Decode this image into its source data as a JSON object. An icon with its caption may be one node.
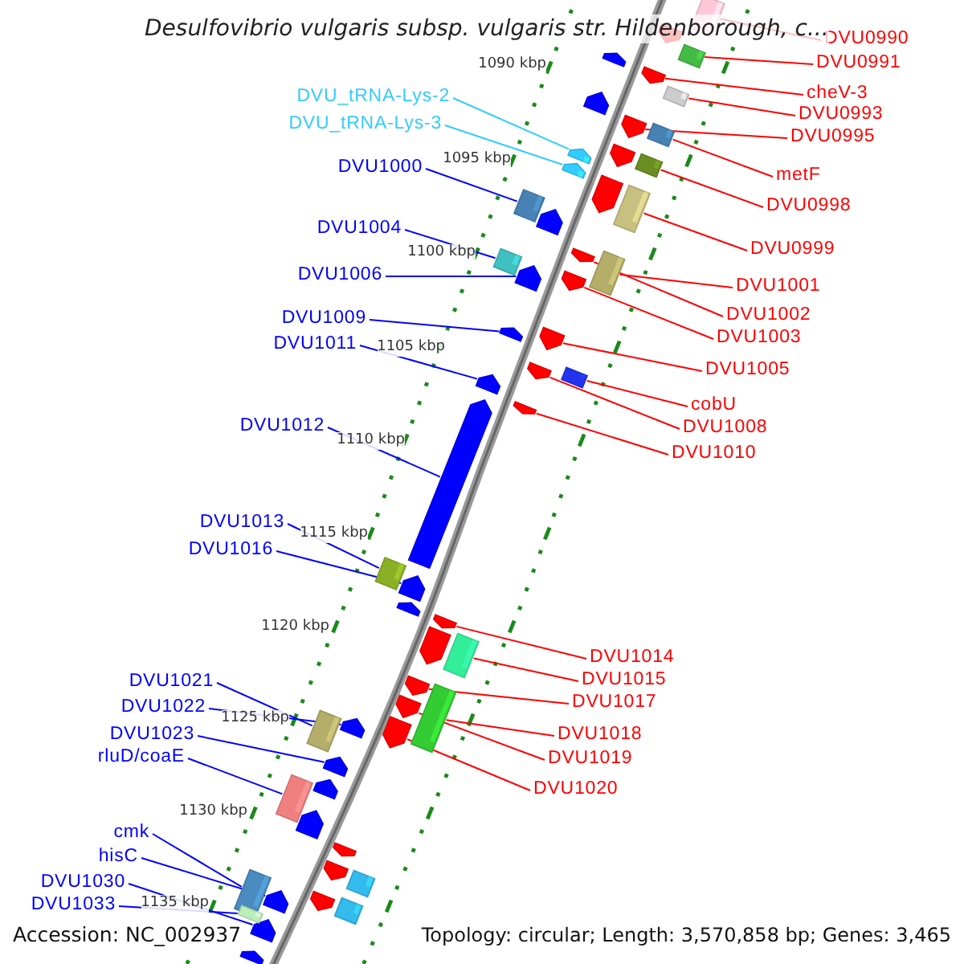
{
  "diagram": {
    "title": "Desulfovibrio vulgaris subsp. vulgaris str. Hildenborough, c...",
    "nodes": [
      {
        "text": [
          "DVU_tRNA-Lys-2"
        ]
      },
      {
        "text": [
          "DVU_tRNA-Lys-3"
        ]
      },
      {
        "text": [
          "DVU1000"
        ]
      },
      {
        "text": [
          "DVU1004"
        ]
      },
      {
        "text": [
          "DVU1006"
        ]
      },
      {
        "text": [
          "DVU1009"
        ]
      },
      {
        "text": [
          "DVU1011"
        ]
      },
      {
        "text": [
          "DVU1012"
        ]
      },
      {
        "text": [
          "DVU1013"
        ]
      },
      {
        "text": [
          "DVU1016"
        ]
      },
      {
        "text": [
          "DVU1021"
        ]
      },
      {
        "text": [
          "DVU1022"
        ]
      },
      {
        "text": [
          "DVU1023"
        ]
      },
      {
        "text": [
          "rluD/coaE"
        ]
      },
      {
        "text": [
          "cmk"
        ]
      },
      {
        "text": [
          "hisC"
        ]
      },
      {
        "text": [
          "DVU1030"
        ]
      },
      {
        "text": [
          "DVU1033"
        ]
      },
      {
        "text": [
          "DVU0990"
        ]
      },
      {
        "text": [
          "DVU0991"
        ]
      },
      {
        "text": [
          "cheV-3"
        ]
      },
      {
        "text": [
          "DVU0993"
        ]
      },
      {
        "text": [
          "DVU0995"
        ]
      },
      {
        "text": [
          "metF"
        ]
      },
      {
        "text": [
          "DVU0998"
        ]
      },
      {
        "text": [
          "DVU0999"
        ]
      },
      {
        "text": [
          "DVU1001"
        ]
      },
      {
        "text": [
          "DVU1002"
        ]
      },
      {
        "text": [
          "DVU1003"
        ]
      },
      {
        "text": [
          "DVU1005"
        ]
      },
      {
        "text": [
          "cobU"
        ]
      },
      {
        "text": [
          "DVU1008"
        ]
      },
      {
        "text": [
          "DVU1010"
        ]
      },
      {
        "text": [
          "DVU1014"
        ]
      },
      {
        "text": [
          "DVU1015"
        ]
      },
      {
        "text": [
          "DVU1017"
        ]
      },
      {
        "text": [
          "DVU1018"
        ]
      },
      {
        "text": [
          "DVU1019"
        ]
      },
      {
        "text": [
          "DVU1020"
        ]
      },
      {
        "text": [],
        "shape": "pentagon"
      },
      {
        "text": [],
        "shape": "pentagon"
      },
      {
        "text": [],
        "shape": "box"
      },
      {
        "text": [],
        "shape": "box"
      },
      {
        "text": [],
        "shape": "pentagon"
      },
      {
        "text": [],
        "shape": "pentagon"
      },
      {
        "text": [],
        "shape": "pentagon"
      },
      {
        "text": [],
        "shape": "pentagon"
      },
      {
        "text": [],
        "shape": "box"
      },
      {
        "text": [],
        "shape": "pentagon"
      },
      {
        "text": [],
        "shape": "box"
      },
      {
        "text": [],
        "shape": "pentagon"
      },
      {
        "text": [],
        "shape": "pentagon"
      },
      {
        "text": [],
        "shape": "box"
      },
      {
        "text": [],
        "shape": "box"
      },
      {
        "text": [],
        "shape": "pentagon"
      },
      {
        "text": [],
        "shape": "pentagon"
      },
      {
        "text": [],
        "shape": "box"
      },
      {
        "text": [],
        "shape": "pentagon"
      },
      {
        "text": [],
        "shape": "pentagon"
      },
      {
        "text": [],
        "shape": "pentagon"
      },
      {
        "text": [],
        "shape": "pentagon"
      },
      {
        "text": [],
        "shape": "pentagon"
      },
      {
        "text": [],
        "shape": "pentagon"
      },
      {
        "text": [],
        "shape": "pentagon"
      },
      {
        "text": [],
        "shape": "box"
      },
      {
        "text": [],
        "shape": "box"
      },
      {
        "text": [],
        "shape": "pentagon"
      },
      {
        "text": [],
        "shape": "pentagon"
      },
      {
        "text": [],
        "shape": "box"
      },
      {
        "text": [],
        "shape": "pentagon"
      },
      {
        "text": [],
        "shape": "box"
      },
      {
        "text": [],
        "shape": "pentagon"
      },
      {
        "text": [],
        "shape": "box"
      },
      {
        "text": [],
        "shape": "pentagon"
      },
      {
        "text": [],
        "shape": "box"
      },
      {
        "text": [],
        "shape": "pentagon"
      },
      {
        "text": [],
        "shape": "pentagon"
      },
      {
        "text": [],
        "shape": "box"
      },
      {
        "text": [],
        "shape": "pentagon"
      },
      {
        "text": [],
        "shape": "pentagon"
      },
      {
        "text": [],
        "shape": "box"
      },
      {
        "text": [],
        "shape": "pentagon"
      },
      {
        "text": [],
        "shape": "pentagon"
      },
      {
        "text": [],
        "shape": "pentagon"
      },
      {
        "text": [],
        "shape": "box"
      },
      {
        "text": [],
        "shape": "pentagon"
      },
      {
        "text": [],
        "shape": "pentagon"
      },
      {
        "text": [],
        "shape": "pentagon"
      },
      {
        "text": [],
        "shape": "box"
      },
      {
        "text": [],
        "shape": "pentagon"
      },
      {
        "text": [],
        "shape": "pentagon"
      },
      {
        "text": [],
        "shape": "pentagon"
      },
      {
        "text": [],
        "shape": "box"
      },
      {
        "text": [],
        "shape": "box"
      }
    ],
    "edges": [
      {
        "from": 0,
        "to": 39,
        "arrow": "none",
        "color": "#33ccff"
      },
      {
        "from": 1,
        "to": 40,
        "arrow": "none",
        "color": "#33ccff"
      },
      {
        "from": 2,
        "to": 41,
        "arrow": "none",
        "color": "#0000ff"
      },
      {
        "from": 3,
        "to": 42,
        "arrow": "none",
        "color": "#0000ff"
      },
      {
        "from": 4,
        "to": 43,
        "arrow": "none",
        "color": "#0000ff"
      },
      {
        "from": 5,
        "to": 44,
        "arrow": "none",
        "color": "#0000ff"
      },
      {
        "from": 6,
        "to": 45,
        "arrow": "none",
        "color": "#0000ff"
      },
      {
        "from": 7,
        "to": 46,
        "arrow": "none",
        "color": "#0000ff"
      },
      {
        "from": 8,
        "to": 47,
        "arrow": "none",
        "color": "#0000ff"
      },
      {
        "from": 9,
        "to": 48,
        "arrow": "none",
        "color": "#0000ff"
      },
      {
        "from": 10,
        "to": 49,
        "arrow": "none",
        "color": "#0000ff"
      },
      {
        "from": 11,
        "to": 50,
        "arrow": "none",
        "color": "#0000ff"
      },
      {
        "from": 12,
        "to": 51,
        "arrow": "none",
        "color": "#0000ff"
      },
      {
        "from": 13,
        "to": 52,
        "arrow": "none",
        "color": "#0000ff"
      },
      {
        "from": 14,
        "to": 53,
        "arrow": "none",
        "color": "#0000ff"
      },
      {
        "from": 15,
        "to": 54,
        "arrow": "none",
        "color": "#0000ff"
      },
      {
        "from": 16,
        "to": 55,
        "arrow": "none",
        "color": "#0000ff"
      },
      {
        "from": 17,
        "to": 56,
        "arrow": "none",
        "color": "#0000ff"
      },
      {
        "from": 18,
        "to": 64,
        "arrow": "none"
      },
      {
        "from": 19,
        "to": 65,
        "arrow": "none"
      },
      {
        "from": 20,
        "to": 67,
        "arrow": "none"
      },
      {
        "from": 21,
        "to": 68,
        "arrow": "none"
      },
      {
        "from": 22,
        "to": 69,
        "arrow": "none"
      },
      {
        "from": 23,
        "to": 70,
        "arrow": "none"
      },
      {
        "from": 24,
        "to": 72,
        "arrow": "none"
      },
      {
        "from": 25,
        "to": 74,
        "arrow": "none"
      },
      {
        "from": 26,
        "to": 77,
        "arrow": "none"
      },
      {
        "from": 27,
        "to": 75,
        "arrow": "none"
      },
      {
        "from": 28,
        "to": 76,
        "arrow": "none"
      },
      {
        "from": 29,
        "to": 78,
        "arrow": "none"
      },
      {
        "from": 30,
        "to": 80,
        "arrow": "none"
      },
      {
        "from": 31,
        "to": 79,
        "arrow": "none"
      },
      {
        "from": 32,
        "to": 81,
        "arrow": "none"
      },
      {
        "from": 33,
        "to": 82,
        "arrow": "none"
      },
      {
        "from": 34,
        "to": 84,
        "arrow": "none"
      },
      {
        "from": 35,
        "to": 85,
        "arrow": "none"
      },
      {
        "from": 36,
        "to": 88,
        "arrow": "none"
      },
      {
        "from": 37,
        "to": 86,
        "arrow": "none"
      },
      {
        "from": 38,
        "to": 87,
        "arrow": "none"
      }
    ],
    "labels": [
      "1090 kbp",
      "1095 kbp",
      "1100 kbp",
      "1105 kbp",
      "1110 kbp",
      "1115 kbp",
      "1120 kbp",
      "1125 kbp",
      "1130 kbp",
      "1135 kbp",
      "Accession: NC_002937",
      "Topology: circular; Length: 3,570,858 bp; Genes: 3,465"
    ]
  }
}
